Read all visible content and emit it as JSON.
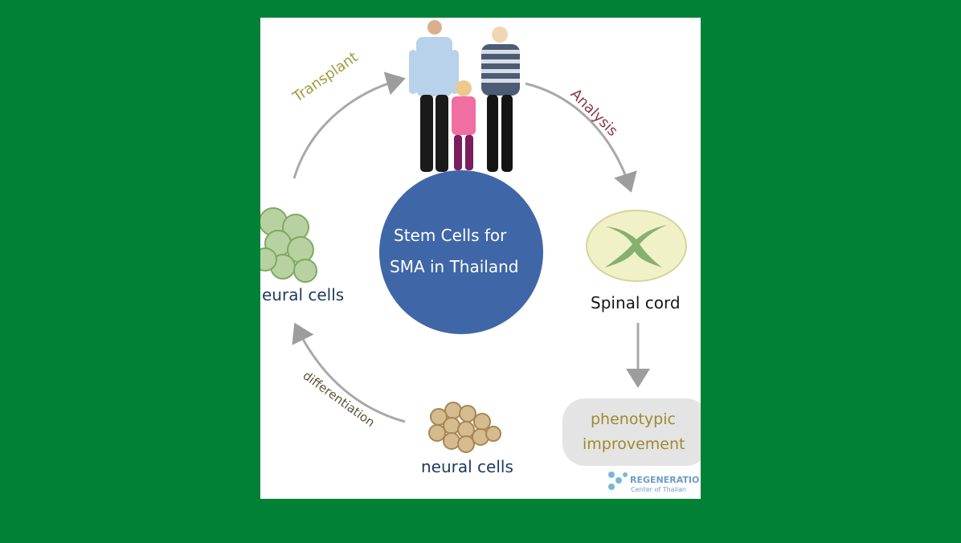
{
  "diagram": {
    "center": {
      "line1": "Stem Cells for",
      "line2": "SMA in Thailand"
    },
    "labels": {
      "transplant": "Transplant",
      "analysis": "Analysis",
      "spinal_cord": "Spinal cord",
      "phenotypic_line1": "phenotypic",
      "phenotypic_line2": "improvement",
      "neural_cells_bottom": "neural cells",
      "neural_cells_left": "eural cells",
      "differentiation": "differentiation"
    },
    "logo": {
      "line1": "REGENERATIO",
      "line2": "Center of Thailan"
    },
    "colors": {
      "background_green": "#008135",
      "center_circle": "#3f67a8",
      "neural_green": "#9fbe7a",
      "neural_tan": "#c8ae7a",
      "spinal_cord_fill": "#f1f1c8",
      "spinal_cord_inner": "#86b06e",
      "arrow_gray": "#9d9d9d"
    }
  }
}
